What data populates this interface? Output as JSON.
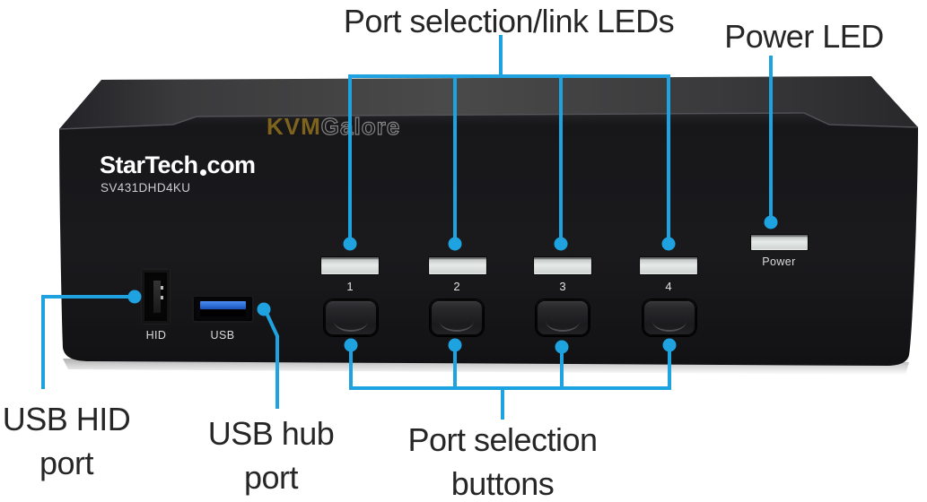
{
  "callouts": {
    "leds_label": "Port selection/link LEDs",
    "power_label": "Power LED",
    "usb_hid": {
      "line1": "USB HID",
      "line2": "port"
    },
    "usb_hub": {
      "line1": "USB hub",
      "line2": "port"
    },
    "buttons": {
      "line1": "Port selection",
      "line2": "buttons"
    }
  },
  "device": {
    "brand": "StarTech",
    "brand_suffix": "com",
    "model": "SV431DHD4KU",
    "port_numbers": [
      "1",
      "2",
      "3",
      "4"
    ],
    "hid_port_label": "HID",
    "usb_port_label": "USB",
    "power_led_label": "Power"
  },
  "watermark": {
    "part1": "KVM",
    "part2": "Galore"
  },
  "colors": {
    "callout": "#1fa3e0",
    "label_text": "#262626",
    "led_face": "#e6eae8",
    "usb3_blue": "#2f6fd6"
  }
}
